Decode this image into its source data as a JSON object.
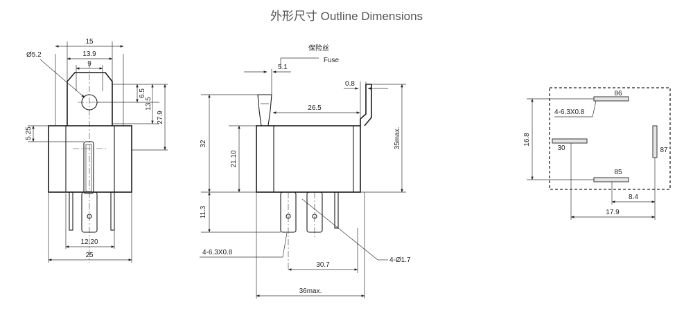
{
  "title": "外形尺寸 Outline Dimensions",
  "front_view": {
    "hole_dia": "Ø5.2",
    "width_top": "15",
    "width_13_9": "13.9",
    "width_9": "9",
    "h_6_5": "6.5",
    "h_13_5": "13.5",
    "h_27_9": "27.9",
    "h_5_25": "5.25",
    "pitch_12_20": "12.20",
    "width_25": "25"
  },
  "side_view": {
    "fuse_cn": "保险丝",
    "fuse_en": "Fuse",
    "d_5_1": "5.1",
    "d_0_8": "0.8",
    "d_26_5": "26.5",
    "d_32": "32",
    "d_35max": "35max.",
    "d_21_10": "21.10",
    "d_11_3": "11.3",
    "terminals": "4-6.3X0.8",
    "d_30_7": "30.7",
    "holes": "4-Ø1.7",
    "d_36max": "36max."
  },
  "pin_view": {
    "terminals": "4-6.3X0.8",
    "pin_86": "86",
    "pin_87": "87",
    "pin_30": "30",
    "pin_85": "85",
    "d_16_8": "16.8",
    "d_8_4": "8.4",
    "d_17_9": "17.9"
  }
}
